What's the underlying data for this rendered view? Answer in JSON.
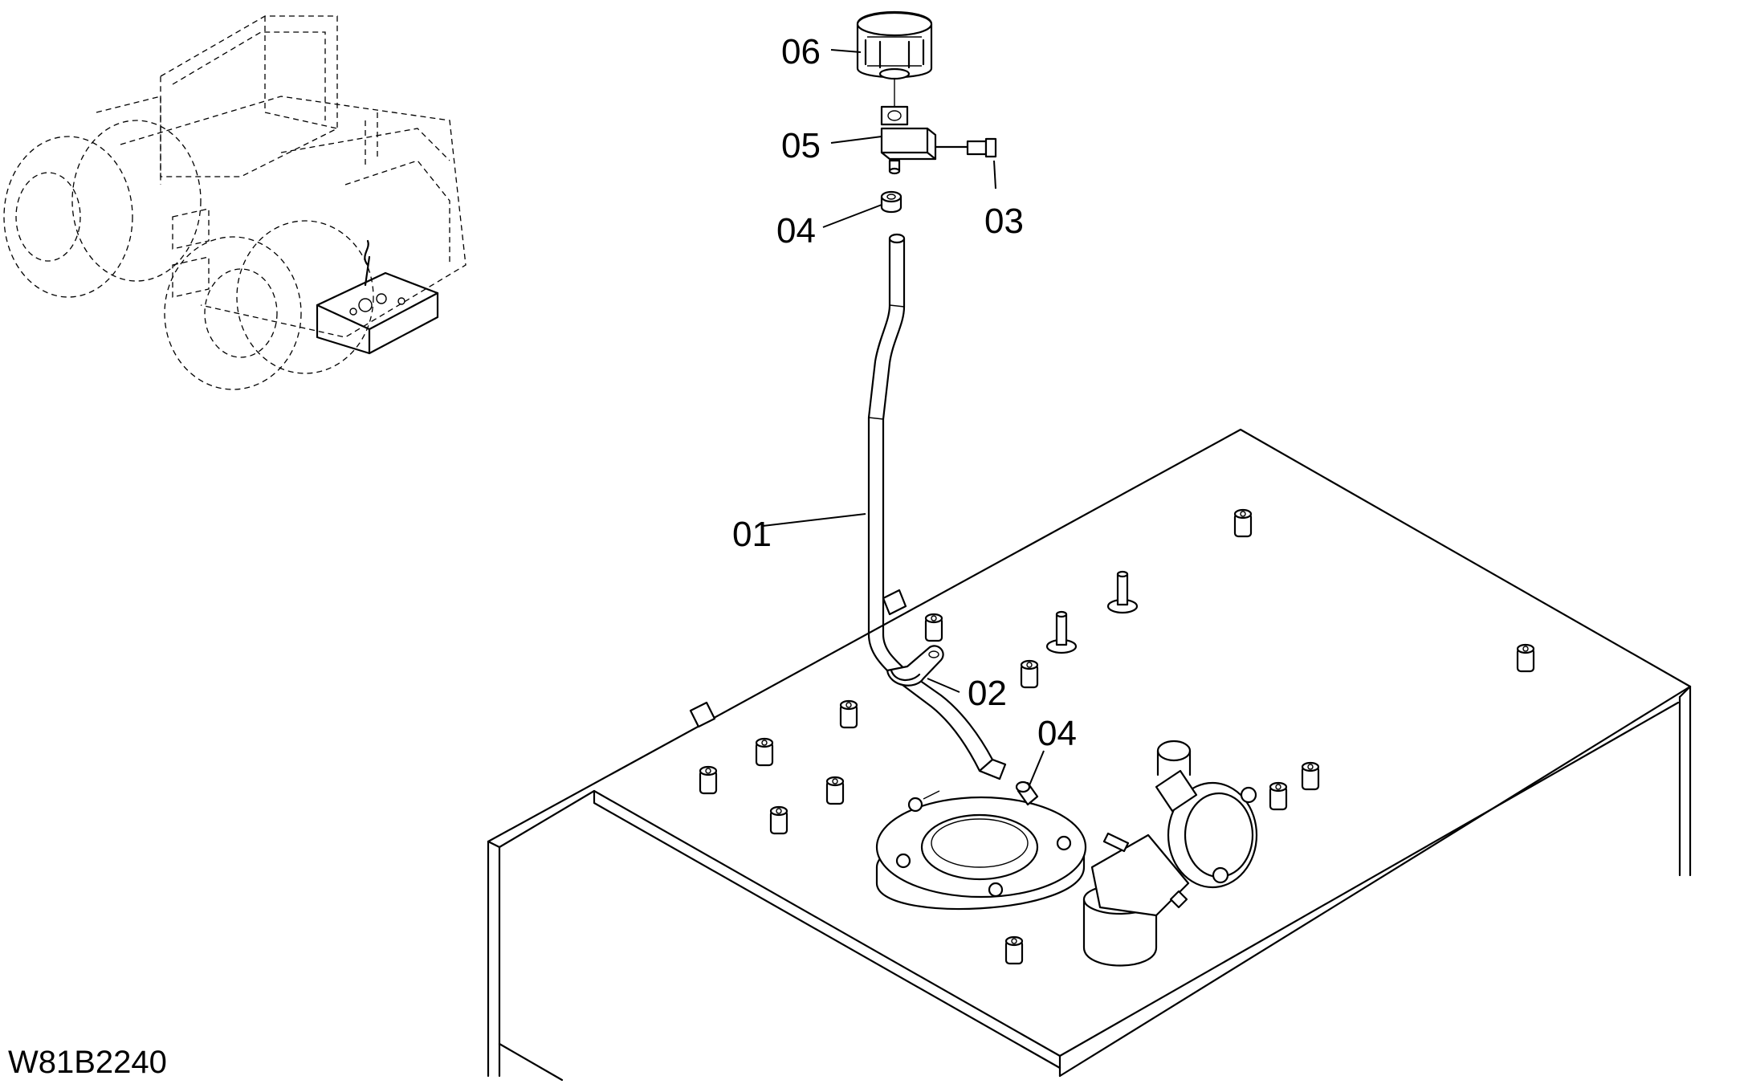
{
  "drawing_number": "W81B2240",
  "callouts": {
    "c01": "01",
    "c02": "02",
    "c03": "03",
    "c04_upper": "04",
    "c04_lower": "04",
    "c05": "05",
    "c06": "06"
  }
}
